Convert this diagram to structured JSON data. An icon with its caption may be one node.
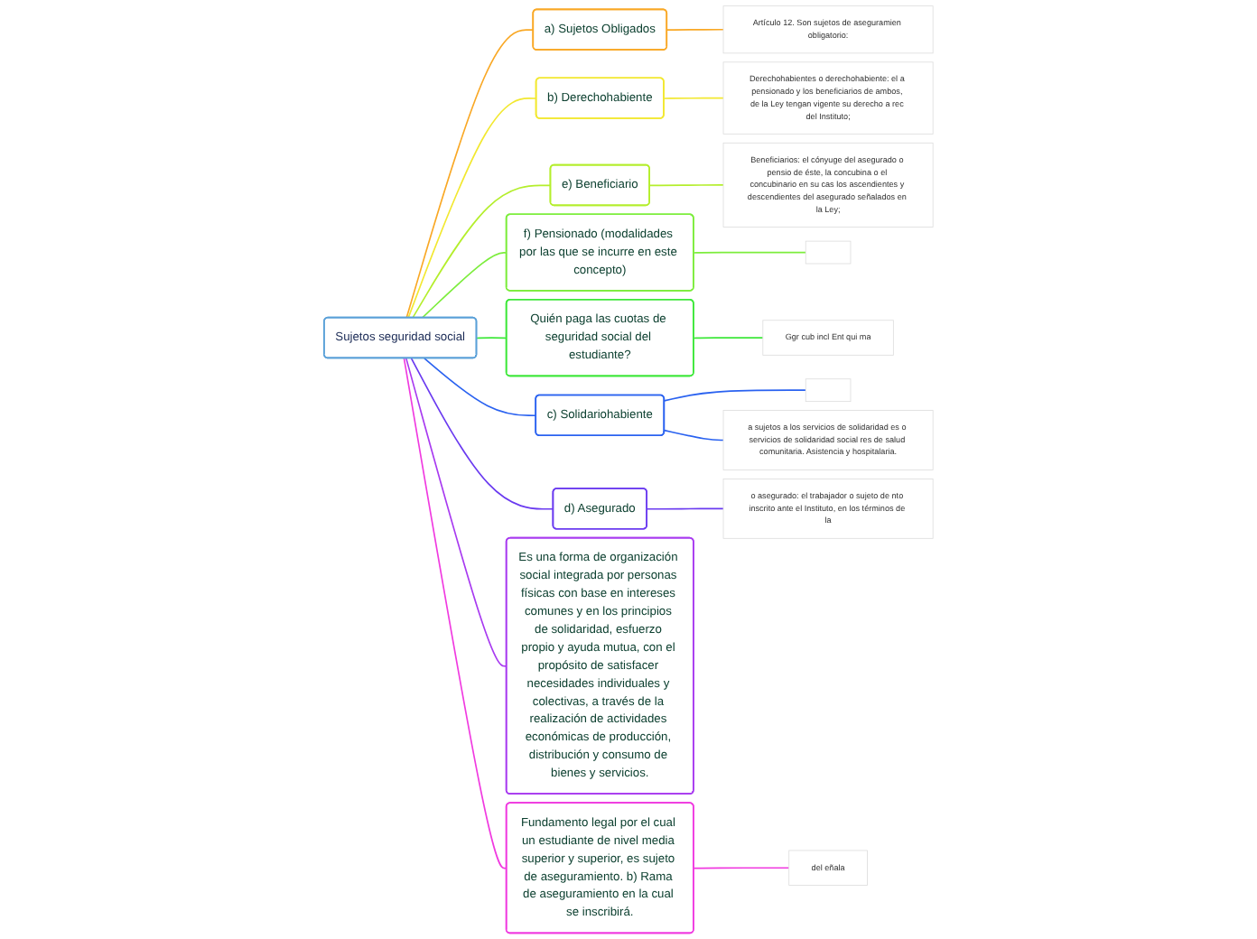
{
  "diagram": {
    "nodes": [
      {
        "text": [
          "Sujetos seguridad social"
        ]
      },
      {
        "text": [
          "a) Sujetos Obligados"
        ]
      },
      {
        "text": [
          "Artículo 12. Son sujetos de aseguramien obligatorio:"
        ]
      },
      {
        "text": [
          "b) Derechohabiente"
        ]
      },
      {
        "text": [
          "Derechohabientes o derechohabiente: el a pensionado y los beneficiarios de ambos, de la Ley tengan vigente su derecho a rec del Instituto;"
        ]
      },
      {
        "text": [
          "e) Beneficiario"
        ]
      },
      {
        "text": [
          "Beneficiarios: el cónyuge del asegurado o pensio de éste, la concubina o el concubinario en su cas los ascendientes y descendientes del asegurado señalados en la Ley;"
        ]
      },
      {
        "text": [
          "f) Pensionado (modalidades por las que se incurre en este concepto)"
        ]
      },
      {
        "text": [],
        "shape": "box"
      },
      {
        "text": [
          "Quién paga las cuotas de seguridad social del estudiante?"
        ]
      },
      {
        "text": [
          "Ggr cub incl Ent qui ma"
        ]
      },
      {
        "text": [
          "c) Solidariohabiente"
        ]
      },
      {
        "text": [],
        "shape": "box"
      },
      {
        "text": [
          "a sujetos a los servicios de solidaridad es o servicios de solidaridad social res de salud comunitaria. Asistencia y hospitalaria."
        ]
      },
      {
        "text": [
          "d) Asegurado"
        ]
      },
      {
        "text": [
          "o asegurado: el trabajador o sujeto de nto inscrito ante el Instituto, en los términos de la"
        ]
      },
      {
        "text": [
          "Es una forma de organización social integrada por personas físicas con base en intereses comunes y en los principios de solidaridad, esfuerzo propio y ayuda mutua, con el propósito de satisfacer necesidades individuales y colectivas, a través de la realización de actividades económicas de producción, distribución y consumo de bienes y servicios."
        ]
      },
      {
        "text": [
          "Fundamento legal por el cual un estudiante de nivel media superior y superior, es sujeto de aseguramiento. b) Rama de aseguramiento en la cual se inscribirá."
        ]
      },
      {
        "text": [
          "del eñala"
        ]
      }
    ],
    "edges": [
      {
        "from": 0,
        "to": 1,
        "arrow": "none",
        "color": "#f9a825"
      },
      {
        "from": 1,
        "to": 2,
        "arrow": "none",
        "color": "#f9a825"
      },
      {
        "from": 0,
        "to": 3,
        "arrow": "none",
        "color": "#f2e830"
      },
      {
        "from": 3,
        "to": 4,
        "arrow": "none",
        "color": "#f2e830"
      },
      {
        "from": 0,
        "to": 5,
        "arrow": "none",
        "color": "#b4ee2c"
      },
      {
        "from": 5,
        "to": 6,
        "arrow": "none",
        "color": "#b4ee2c"
      },
      {
        "from": 0,
        "to": 7,
        "arrow": "none",
        "color": "#7ced3c"
      },
      {
        "from": 7,
        "to": 8,
        "arrow": "none",
        "color": "#7ced3c"
      },
      {
        "from": 0,
        "to": 9,
        "arrow": "none",
        "color": "#3ee83a"
      },
      {
        "from": 9,
        "to": 10,
        "arrow": "none",
        "color": "#3ee83a"
      },
      {
        "from": 0,
        "to": 11,
        "arrow": "none",
        "color": "#2a62f0"
      },
      {
        "from": 11,
        "to": 12,
        "arrow": "none",
        "color": "#2a62f0"
      },
      {
        "from": 11,
        "to": 13,
        "arrow": "none",
        "color": "#2a62f0"
      },
      {
        "from": 0,
        "to": 14,
        "arrow": "none",
        "color": "#6a3af0"
      },
      {
        "from": 14,
        "to": 15,
        "arrow": "none",
        "color": "#6a3af0"
      },
      {
        "from": 0,
        "to": 16,
        "arrow": "none",
        "color": "#a83af0"
      },
      {
        "from": 0,
        "to": 17,
        "arrow": "none",
        "color": "#f03ae0"
      },
      {
        "from": 17,
        "to": 18,
        "arrow": "none",
        "color": "#f03ae0"
      }
    ]
  }
}
